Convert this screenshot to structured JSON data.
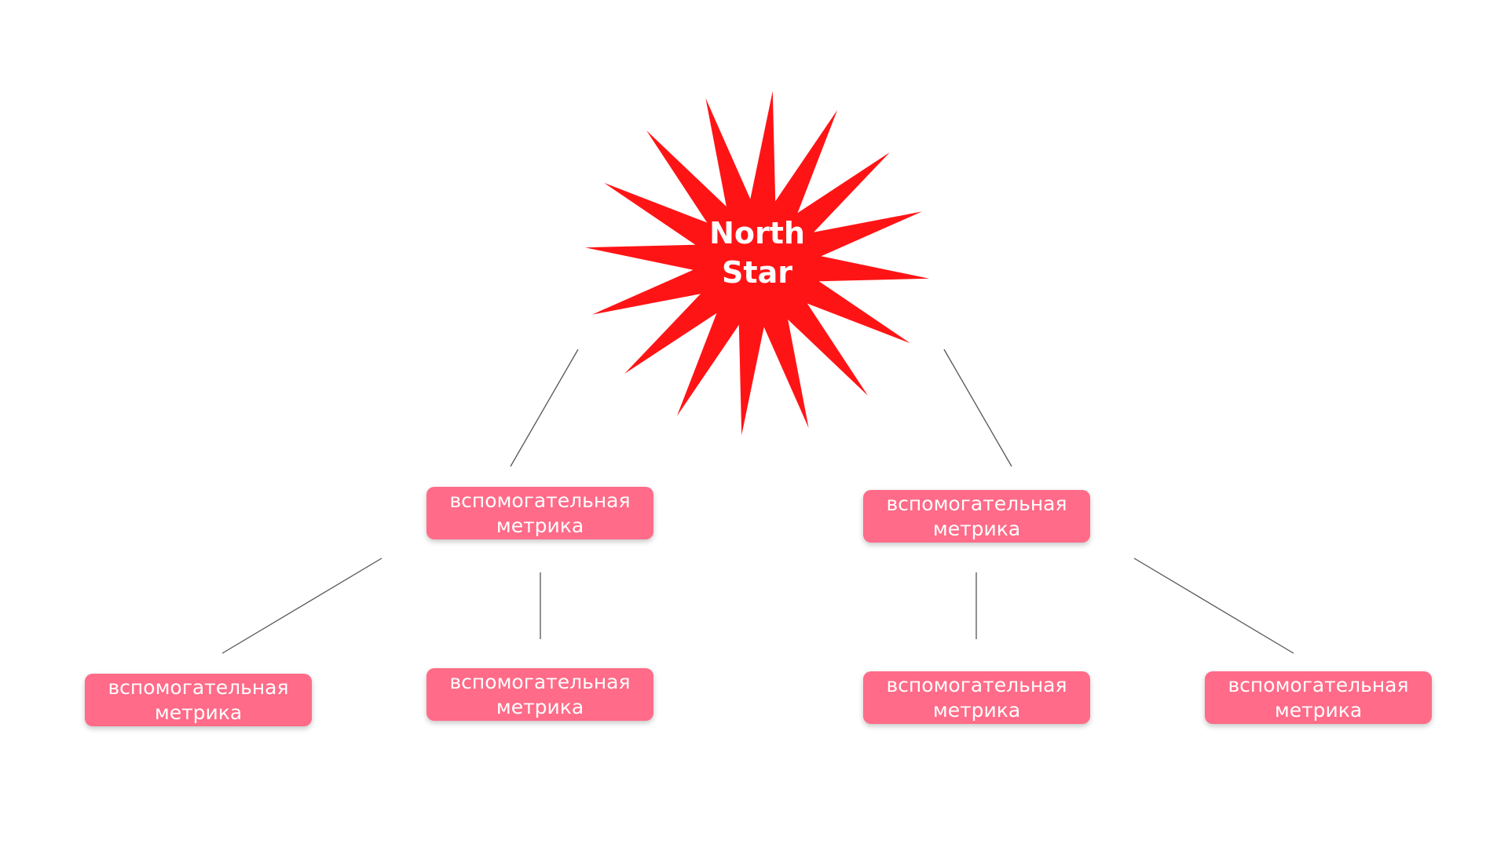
{
  "colors": {
    "star_fill": "#ff1416",
    "node_fill": "#ff6b88",
    "connector": "#555555",
    "label_text": "#ffffff"
  },
  "star": {
    "label_line1": "North",
    "label_line2": "Star"
  },
  "nodes": [
    {
      "line1": "вспомогательная",
      "line2": "метрика"
    },
    {
      "line1": "вспомогательная",
      "line2": "метрика"
    },
    {
      "line1": "вспомогательная",
      "line2": "метрика"
    },
    {
      "line1": "вспомогательная",
      "line2": "метрика"
    },
    {
      "line1": "вспомогательная",
      "line2": "метрика"
    },
    {
      "line1": "вспомогательная",
      "line2": "метрика"
    }
  ]
}
